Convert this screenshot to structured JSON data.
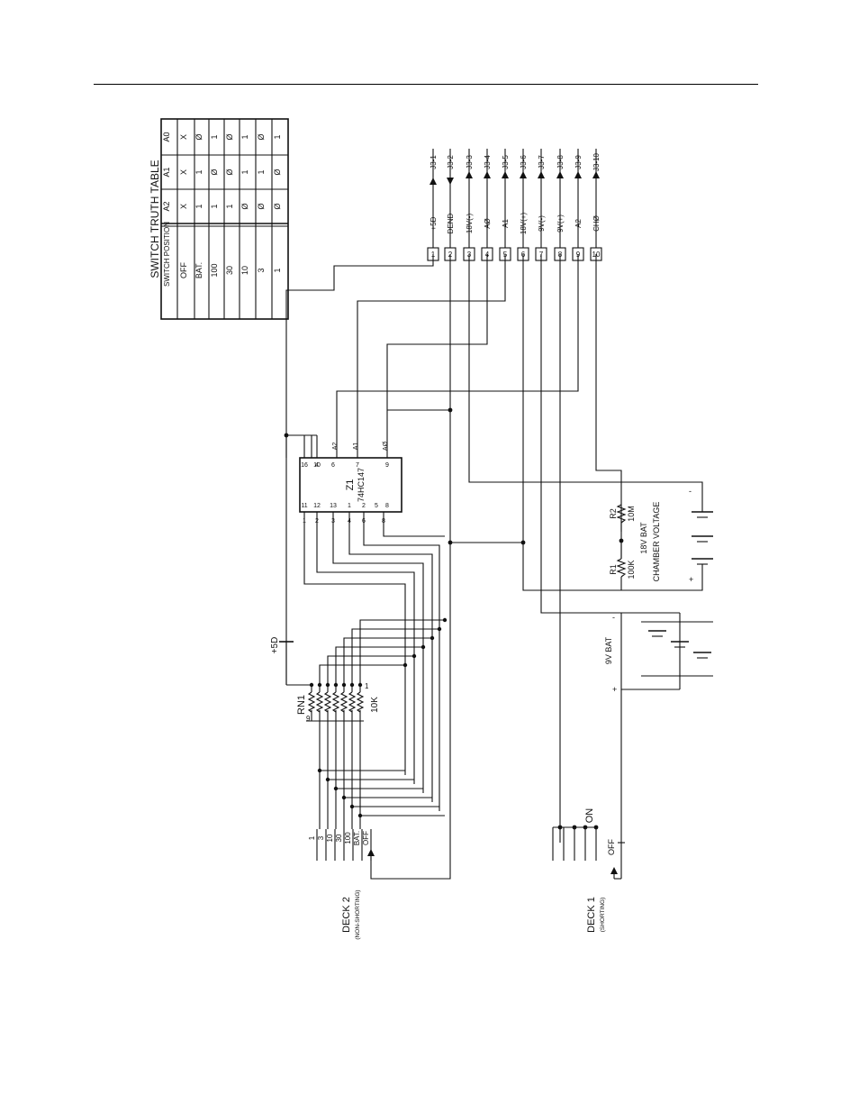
{
  "truth_table": {
    "title": "SWITCH TRUTH TABLE",
    "headers": [
      "SWITCH POSITION",
      "A2",
      "A1",
      "A0"
    ],
    "rows": [
      [
        "OFF",
        "X",
        "X",
        "X"
      ],
      [
        "BAT.",
        "1",
        "1",
        "Ø"
      ],
      [
        "100",
        "1",
        "Ø",
        "1"
      ],
      [
        "30",
        "1",
        "Ø",
        "Ø"
      ],
      [
        "10",
        "Ø",
        "1",
        "1"
      ],
      [
        "3",
        "Ø",
        "1",
        "Ø"
      ],
      [
        "1",
        "Ø",
        "Ø",
        "1"
      ]
    ]
  },
  "connector": {
    "pins": [
      {
        "num": "1",
        "signal": "+5D",
        "j3": "J3-1"
      },
      {
        "num": "2",
        "signal": "DEND",
        "j3": "J3-2"
      },
      {
        "num": "3",
        "signal": "18V(-)",
        "j3": "J3-3"
      },
      {
        "num": "4",
        "signal": "AØ",
        "j3": "J3-4"
      },
      {
        "num": "5",
        "signal": "A1",
        "j3": "J3-5"
      },
      {
        "num": "6",
        "signal": "18V(+)",
        "j3": "J3-6"
      },
      {
        "num": "7",
        "signal": "9V(-)",
        "j3": "J3-7"
      },
      {
        "num": "8",
        "signal": "9V(+)",
        "j3": "J3-8"
      },
      {
        "num": "9",
        "signal": "A2",
        "j3": "J3-9"
      },
      {
        "num": "10",
        "signal": "CHØ",
        "j3": "J3-10"
      }
    ]
  },
  "ic": {
    "ref": "Z1",
    "part": "74HC147",
    "top_pins": [
      "16",
      "4",
      "6",
      "7",
      "9"
    ],
    "top_labels": [
      "A2",
      "A1",
      "AØ"
    ],
    "bottom_pins": [
      "11",
      "12",
      "13",
      "1",
      "2",
      "5",
      "8"
    ],
    "bottom_numbers": [
      "1",
      "2",
      "3",
      "4",
      "6",
      "8"
    ],
    "pin_10": "10"
  },
  "resistor_network": {
    "ref": "RN1",
    "value": "10K",
    "pin_left": "9",
    "pin_right": "1"
  },
  "resistors": [
    {
      "ref": "R1",
      "value": "100K"
    },
    {
      "ref": "R2",
      "value": "10M"
    }
  ],
  "bat18": {
    "line1": "18V BAT",
    "line2": "CHAMBER VOLTAGE"
  },
  "bat9": {
    "label": "9V BAT"
  },
  "supply_label": "+5D",
  "deck2": {
    "title": "DECK 2",
    "subtitle": "(NON-SHORTING)",
    "positions": [
      "1",
      "3",
      "10",
      "30",
      "100",
      "BAT.",
      "OFF"
    ]
  },
  "deck1": {
    "title": "DECK 1",
    "subtitle": "(SHORTING)",
    "on_label": "ON",
    "off_label": "OFF"
  },
  "polarity": {
    "plus": "+",
    "minus": "-"
  }
}
